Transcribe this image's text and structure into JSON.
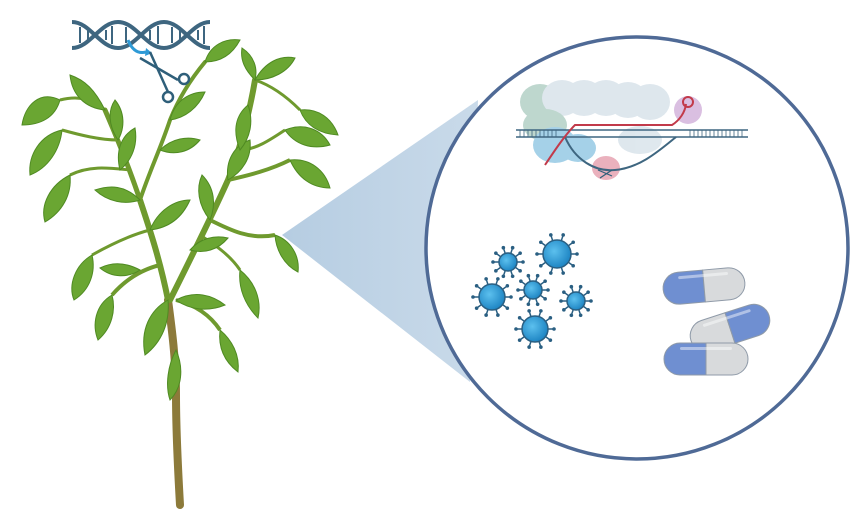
{
  "figure": {
    "elements": [
      {
        "id": "dna-helix",
        "icon": "dna-helix-icon"
      },
      {
        "id": "scissors",
        "icon": "scissors-icon"
      },
      {
        "id": "plant",
        "icon": "plant-icon"
      },
      {
        "id": "zoom-cone",
        "icon": "zoom-cone"
      },
      {
        "id": "zoom-circle",
        "icon": "magnified-circle"
      },
      {
        "id": "cas9-complex",
        "icon": "crispr-cas9-complex-icon"
      },
      {
        "id": "viruses",
        "icon": "virus-icon",
        "count": 6
      },
      {
        "id": "capsules",
        "icon": "capsule-pill-icon",
        "count": 3
      }
    ],
    "colors": {
      "leaf": "#6aa632",
      "leaf_dark": "#4f8a22",
      "stem": "#7a8a3a",
      "stem_brown": "#8c7a3a",
      "dna": "#3e6680",
      "scissors": "#2f5f7a",
      "circle_stroke": "#4f6a96",
      "cone": "#9dbcd8",
      "virus": "#2e9ad6",
      "virus_dark": "#2a5f82",
      "capsule_blue": "#6f8fd1",
      "capsule_grey": "#d8dadc",
      "rna": "#c23a4a",
      "cas9_light": "#dbe5ec",
      "cas9_green": "#b7d3c9",
      "cas9_blue": "#9ccde6",
      "cas9_pink": "#e8a9b6",
      "cas9_purple": "#d7b9de"
    }
  }
}
